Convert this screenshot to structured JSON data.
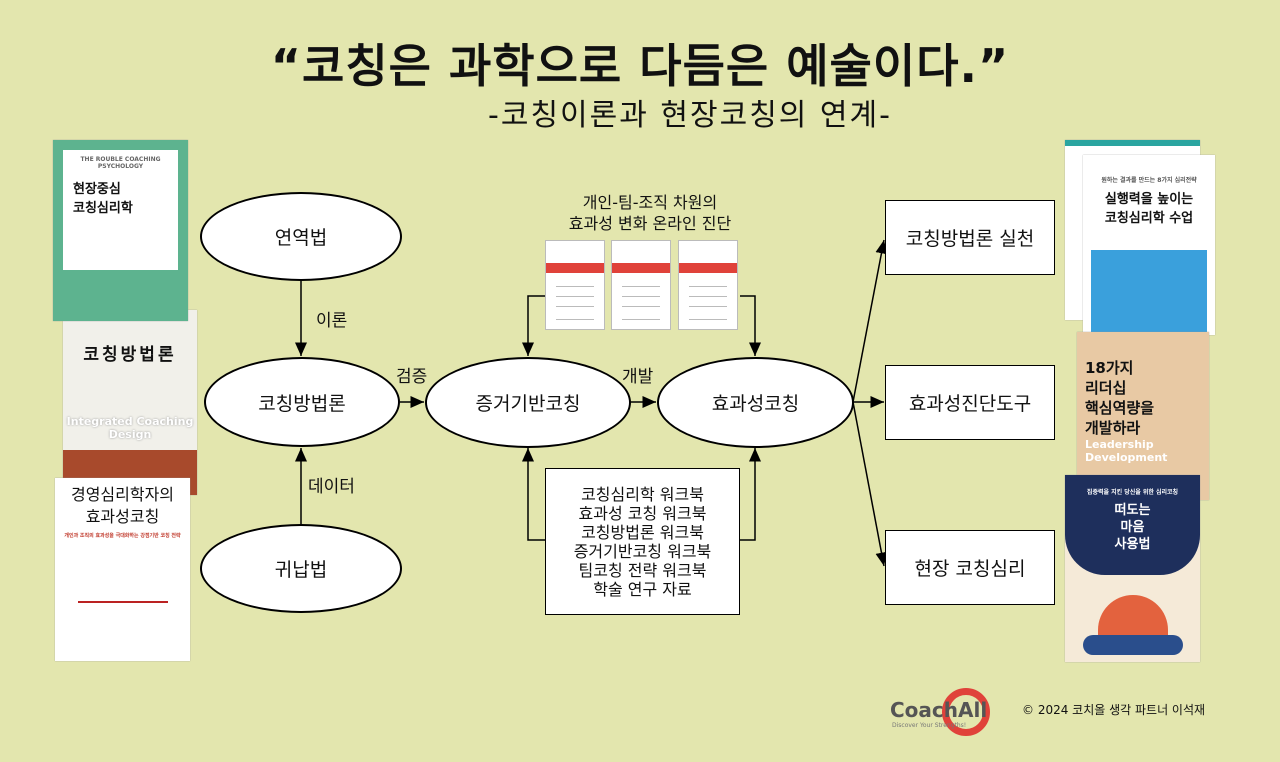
{
  "title": "“코칭은 과학으로 다듬은 예술이다.”",
  "subtitle": "-코칭이론과 현장코칭의 연계-",
  "nodes": {
    "deduction": "연역법",
    "methodology": "코칭방법론",
    "induction": "귀납법",
    "evidence": "증거기반코칭",
    "effectiveness": "효과성코칭"
  },
  "edge_labels": {
    "theory": "이론",
    "data": "데이터",
    "verify": "검증",
    "develop": "개발"
  },
  "diagnosis_caption": [
    "개인-팀-조직 차원의",
    "효과성 변화 온라인 진단"
  ],
  "workbooks": [
    "코칭심리학 워크북",
    "효과성 코칭 워크북",
    "코칭방법론 워크북",
    "증거기반코칭 워크북",
    "팀코칭 전략 워크북",
    "학술 연구 자료"
  ],
  "outputs": [
    "코칭방법론 실천",
    "효과성진단도구",
    "현장 코칭심리"
  ],
  "books_left": [
    {
      "title": "현장중심\n코칭심리학",
      "subtitle": "THE ROUBLE COACHING PSYCHOLOGY",
      "color": "#5db38f"
    },
    {
      "title": "코칭방법론",
      "subtitle": "Integrated Coaching Design",
      "color": "#f1f0ea"
    },
    {
      "title": "경영심리학자의\n효과성코칭",
      "subtitle": "개인과 조직의 효과성을 극대화하는 강점기반 코칭 전략",
      "color": "#ffffff"
    }
  ],
  "books_right": [
    {
      "title": "실행력을 높이는\n코칭심리학 수업",
      "subtitle": "원하는 결과를 만드는 8가지 심리전략",
      "color": "#3aa0dc"
    },
    {
      "title": "18가지\n리더십\n핵심역량을\n개발하라",
      "subtitle": "Leadership Development",
      "color": "#e8c9a4"
    },
    {
      "title": "떠도는\n마음\n사용법",
      "subtitle": "집중력을 지킨 당신을 위한 심리코칭",
      "color": "#1e2f5c"
    }
  ],
  "footer": {
    "logo": "CoachAll",
    "logo_tagline": "Discover Your Strengths!",
    "copyright": "© 2024 코치올 생각 파트너 이석재"
  },
  "colors": {
    "background": "#e3e6ae",
    "logo_red": "#e0423a"
  }
}
